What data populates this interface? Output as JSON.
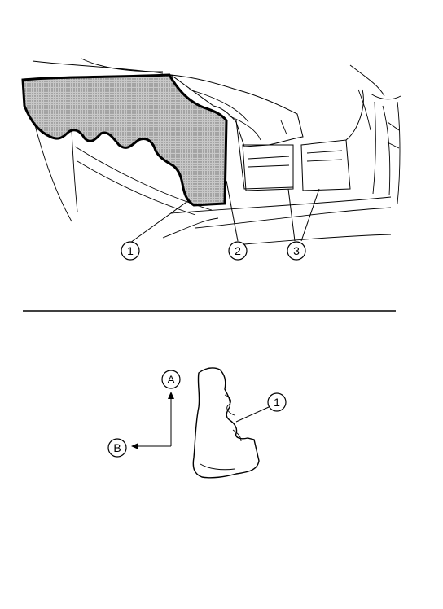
{
  "top_illustration": {
    "callouts": [
      "1",
      "2",
      "3"
    ],
    "colors": {
      "shaded_part": "#b0b0b0",
      "line": "#000000"
    }
  },
  "divider": {},
  "bottom_illustration": {
    "callouts": [
      "1"
    ],
    "direction_labels": [
      "A",
      "B"
    ]
  }
}
